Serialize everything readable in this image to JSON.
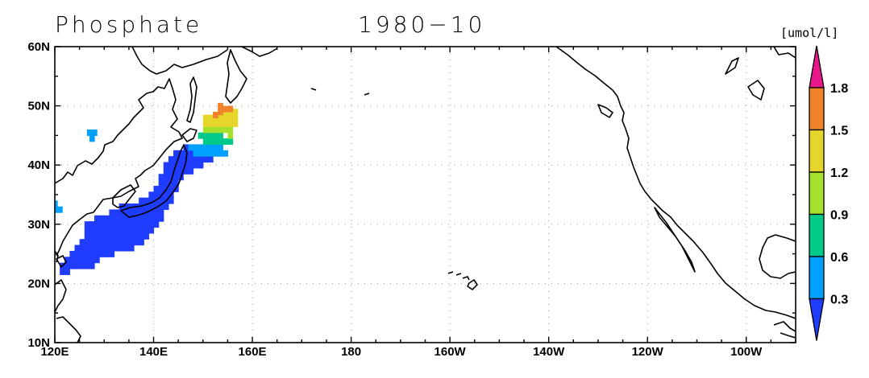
{
  "title": {
    "variable": "Phosphate",
    "date": "1980−10"
  },
  "units": "[umol/l]",
  "map": {
    "projection": "equirectangular",
    "lon_range": [
      120,
      270
    ],
    "lat_range": [
      10,
      60
    ],
    "grid": "dotted",
    "lat_ticks": [
      "10N",
      "20N",
      "30N",
      "40N",
      "50N",
      "60N"
    ],
    "lon_ticks": [
      "120E",
      "140E",
      "160E",
      "180",
      "160W",
      "140W",
      "120W",
      "100W"
    ],
    "lon_tick_values": [
      120,
      140,
      160,
      180,
      200,
      220,
      240,
      260
    ],
    "lat_tick_values": [
      10,
      20,
      30,
      40,
      50,
      60
    ]
  },
  "colorbar": {
    "levels": [
      "0.3",
      "0.6",
      "0.9",
      "1.2",
      "1.5",
      "1.8"
    ],
    "colors": [
      "#1f3cff",
      "#00a0ff",
      "#00c98a",
      "#a4e02c",
      "#e6d62c",
      "#f0832a",
      "#e8178c"
    ],
    "extend": "both"
  },
  "fields": [
    {
      "name": "kuroshio-band",
      "value_bin": 0,
      "cells": [
        [
          121.5,
          22
        ],
        [
          122.5,
          22
        ],
        [
          121.5,
          23
        ],
        [
          122.5,
          23
        ],
        [
          123.5,
          23
        ],
        [
          124.5,
          23
        ],
        [
          125.5,
          23
        ],
        [
          126.5,
          23
        ],
        [
          127.5,
          23
        ],
        [
          122.5,
          24
        ],
        [
          123.5,
          24
        ],
        [
          124.5,
          24
        ],
        [
          125.5,
          24
        ],
        [
          126.5,
          24
        ],
        [
          127.5,
          24
        ],
        [
          128.5,
          24
        ],
        [
          123.5,
          25
        ],
        [
          124.5,
          25
        ],
        [
          125.5,
          25
        ],
        [
          126.5,
          25
        ],
        [
          127.5,
          25
        ],
        [
          128.5,
          25
        ],
        [
          129.5,
          25
        ],
        [
          130.5,
          25
        ],
        [
          131.5,
          25
        ],
        [
          124.5,
          26
        ],
        [
          125.5,
          26
        ],
        [
          126.5,
          26
        ],
        [
          127.5,
          26
        ],
        [
          128.5,
          26
        ],
        [
          129.5,
          26
        ],
        [
          130.5,
          26
        ],
        [
          131.5,
          26
        ],
        [
          132.5,
          26
        ],
        [
          133.5,
          26
        ],
        [
          134.5,
          26
        ],
        [
          135.5,
          26
        ],
        [
          125.5,
          27
        ],
        [
          126.5,
          27
        ],
        [
          127.5,
          27
        ],
        [
          128.5,
          27
        ],
        [
          129.5,
          27
        ],
        [
          130.5,
          27
        ],
        [
          131.5,
          27
        ],
        [
          132.5,
          27
        ],
        [
          133.5,
          27
        ],
        [
          134.5,
          27
        ],
        [
          135.5,
          27
        ],
        [
          136.5,
          27
        ],
        [
          137.5,
          27
        ],
        [
          126.5,
          28
        ],
        [
          127.5,
          28
        ],
        [
          128.5,
          28
        ],
        [
          129.5,
          28
        ],
        [
          130.5,
          28
        ],
        [
          131.5,
          28
        ],
        [
          132.5,
          28
        ],
        [
          133.5,
          28
        ],
        [
          134.5,
          28
        ],
        [
          135.5,
          28
        ],
        [
          136.5,
          28
        ],
        [
          137.5,
          28
        ],
        [
          138.5,
          28
        ],
        [
          126.5,
          29
        ],
        [
          127.5,
          29
        ],
        [
          128.5,
          29
        ],
        [
          129.5,
          29
        ],
        [
          130.5,
          29
        ],
        [
          131.5,
          29
        ],
        [
          132.5,
          29
        ],
        [
          133.5,
          29
        ],
        [
          134.5,
          29
        ],
        [
          135.5,
          29
        ],
        [
          136.5,
          29
        ],
        [
          137.5,
          29
        ],
        [
          138.5,
          29
        ],
        [
          139.5,
          29
        ],
        [
          126.5,
          30
        ],
        [
          127.5,
          30
        ],
        [
          128.5,
          30
        ],
        [
          129.5,
          30
        ],
        [
          130.5,
          30
        ],
        [
          131.5,
          30
        ],
        [
          132.5,
          30
        ],
        [
          133.5,
          30
        ],
        [
          134.5,
          30
        ],
        [
          135.5,
          30
        ],
        [
          136.5,
          30
        ],
        [
          137.5,
          30
        ],
        [
          138.5,
          30
        ],
        [
          139.5,
          30
        ],
        [
          140.5,
          30
        ],
        [
          128.5,
          31
        ],
        [
          129.5,
          31
        ],
        [
          130.5,
          31
        ],
        [
          131.5,
          31
        ],
        [
          132.5,
          31
        ],
        [
          133.5,
          31
        ],
        [
          134.5,
          31
        ],
        [
          135.5,
          31
        ],
        [
          136.5,
          31
        ],
        [
          137.5,
          31
        ],
        [
          138.5,
          31
        ],
        [
          139.5,
          31
        ],
        [
          140.5,
          31
        ],
        [
          141.5,
          31
        ],
        [
          131.5,
          32
        ],
        [
          132.5,
          32
        ],
        [
          133.5,
          32
        ],
        [
          134.5,
          32
        ],
        [
          135.5,
          32
        ],
        [
          136.5,
          32
        ],
        [
          137.5,
          32
        ],
        [
          138.5,
          32
        ],
        [
          139.5,
          32
        ],
        [
          140.5,
          32
        ],
        [
          141.5,
          32
        ],
        [
          133.5,
          33
        ],
        [
          134.5,
          33
        ],
        [
          135.5,
          33
        ],
        [
          136.5,
          33
        ],
        [
          137.5,
          33
        ],
        [
          138.5,
          33
        ],
        [
          139.5,
          33
        ],
        [
          140.5,
          33
        ],
        [
          141.5,
          33
        ],
        [
          142.5,
          33
        ],
        [
          137.5,
          34
        ],
        [
          138.5,
          34
        ],
        [
          139.5,
          34
        ],
        [
          140.5,
          34
        ],
        [
          141.5,
          34
        ],
        [
          142.5,
          34
        ],
        [
          143.5,
          34
        ],
        [
          139.5,
          35
        ],
        [
          140.5,
          35
        ],
        [
          141.5,
          35
        ],
        [
          142.5,
          35
        ],
        [
          143.5,
          35
        ],
        [
          140.5,
          36
        ],
        [
          141.5,
          36
        ],
        [
          142.5,
          36
        ],
        [
          143.5,
          36
        ],
        [
          144.5,
          36
        ],
        [
          141.5,
          37
        ],
        [
          142.5,
          37
        ],
        [
          143.5,
          37
        ],
        [
          144.5,
          37
        ],
        [
          141.5,
          38
        ],
        [
          142.5,
          38
        ],
        [
          143.5,
          38
        ],
        [
          144.5,
          38
        ],
        [
          145.5,
          38
        ],
        [
          142.5,
          39
        ],
        [
          143.5,
          39
        ],
        [
          144.5,
          39
        ],
        [
          145.5,
          39
        ],
        [
          146.5,
          39
        ],
        [
          147.5,
          39
        ],
        [
          142.5,
          40
        ],
        [
          143.5,
          40
        ],
        [
          144.5,
          40
        ],
        [
          145.5,
          40
        ],
        [
          146.5,
          40
        ],
        [
          147.5,
          40
        ],
        [
          148.5,
          40
        ],
        [
          149.5,
          40
        ],
        [
          143.5,
          41
        ],
        [
          144.5,
          41
        ],
        [
          145.5,
          41
        ],
        [
          146.5,
          41
        ],
        [
          147.5,
          41
        ],
        [
          148.5,
          41
        ],
        [
          149.5,
          41
        ],
        [
          150.5,
          41
        ],
        [
          151.5,
          41
        ],
        [
          144.5,
          42
        ],
        [
          145.5,
          42
        ],
        [
          146.5,
          42
        ],
        [
          147.5,
          42
        ],
        [
          148.5,
          42
        ],
        [
          149.5,
          42
        ],
        [
          146.5,
          43
        ],
        [
          147.5,
          43
        ]
      ]
    },
    {
      "name": "oyashio-light-blue",
      "value_bin": 1,
      "cells": [
        [
          148.5,
          42
        ],
        [
          149.5,
          42
        ],
        [
          150.5,
          42
        ],
        [
          151.5,
          42
        ],
        [
          152.5,
          42
        ],
        [
          153.5,
          42
        ],
        [
          154.5,
          42
        ],
        [
          147.5,
          43
        ],
        [
          148.5,
          43
        ],
        [
          149.5,
          43
        ],
        [
          150.5,
          43
        ],
        [
          151.5,
          43
        ],
        [
          152.5,
          43
        ],
        [
          153.5,
          43
        ],
        [
          127.0,
          45.5
        ],
        [
          128.0,
          45.5
        ],
        [
          127.5,
          44.5
        ],
        [
          120.0,
          33.5
        ],
        [
          120.0,
          32.5
        ],
        [
          121.0,
          32.5
        ]
      ]
    },
    {
      "name": "oyashio-teal",
      "value_bin": 2,
      "cells": [
        [
          150.5,
          44
        ],
        [
          151.5,
          44
        ],
        [
          152.5,
          44
        ],
        [
          153.5,
          44
        ],
        [
          154.5,
          44
        ],
        [
          155.5,
          44
        ],
        [
          149.5,
          45
        ],
        [
          150.5,
          45
        ],
        [
          151.5,
          45
        ],
        [
          152.5,
          45
        ],
        [
          153.5,
          45
        ]
      ]
    },
    {
      "name": "oyashio-green",
      "value_bin": 3,
      "cells": [
        [
          150.5,
          46
        ],
        [
          151.5,
          46
        ],
        [
          152.5,
          46
        ],
        [
          153.5,
          46
        ],
        [
          154.5,
          46
        ],
        [
          155.5,
          45
        ],
        [
          155.5,
          46
        ]
      ]
    },
    {
      "name": "oyashio-yellow",
      "value_bin": 4,
      "cells": [
        [
          150.5,
          47
        ],
        [
          151.5,
          47
        ],
        [
          152.5,
          47
        ],
        [
          153.5,
          47
        ],
        [
          154.5,
          47
        ],
        [
          155.5,
          47
        ],
        [
          156.5,
          47
        ],
        [
          150.5,
          48
        ],
        [
          151.5,
          48
        ],
        [
          152.5,
          48
        ],
        [
          153.5,
          48
        ],
        [
          154.5,
          48
        ],
        [
          155.5,
          48
        ],
        [
          156.5,
          48
        ],
        [
          154.5,
          49
        ],
        [
          155.5,
          49
        ],
        [
          156.5,
          49
        ]
      ]
    },
    {
      "name": "oyashio-orange",
      "value_bin": 5,
      "cells": [
        [
          152.5,
          48.5
        ],
        [
          153.5,
          49
        ],
        [
          154.5,
          49.5
        ],
        [
          153.5,
          50
        ],
        [
          155.5,
          49.5
        ]
      ]
    }
  ]
}
